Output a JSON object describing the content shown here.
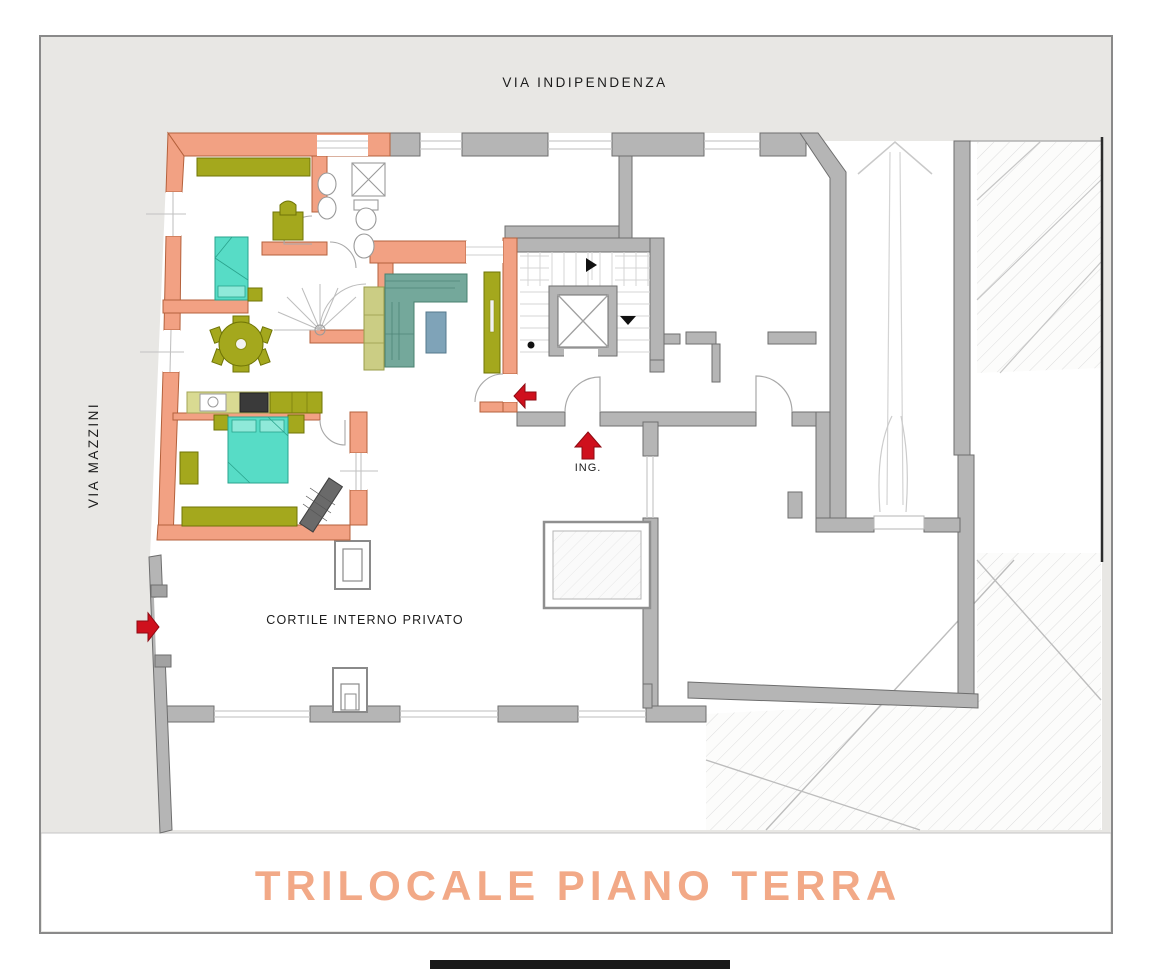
{
  "labels": {
    "street_top": "VIA INDIPENDENZA",
    "street_left": "VIA MAZZINI",
    "courtyard": "CORTILE INTERNO PRIVATO",
    "entrance": "ING.",
    "title": "TRILOCALE PIANO TERRA"
  },
  "arrows": {
    "street_gate_arrow": "right",
    "main_entrance_arrow": "up",
    "apartment_door_arrow": "left"
  },
  "colors": {
    "canvas_bg": "#e8e7e4",
    "border": "#8a8a8a",
    "plan_white": "#ffffff",
    "wall_gray": "#b5b5b5",
    "wall_gray_dark": "#6e6e6e",
    "wall_salmon": "#f2a183",
    "wall_salmon_dark": "#b4613c",
    "furniture_olive": "#a4a81d",
    "furniture_olive_dark": "#6f7406",
    "furniture_khaki": "#d9da92",
    "furniture_khaki_dark": "#a3a455",
    "bed_teal": "#57dcc6",
    "bed_teal_dark": "#2aa38d",
    "sofa_green": "#74a89b",
    "sofa_green_dark": "#49806f",
    "table_blue": "#7fa3b8",
    "table_blue_dark": "#54788c",
    "bench_gray": "#6a6a6a",
    "fixture_line": "#9a9a9a",
    "detail_line": "#c9c9c9",
    "red_arrow": "#cf101d",
    "title": "#f09b73",
    "black_bar": "#191919",
    "boundary_dark": "#2b2b2b"
  }
}
